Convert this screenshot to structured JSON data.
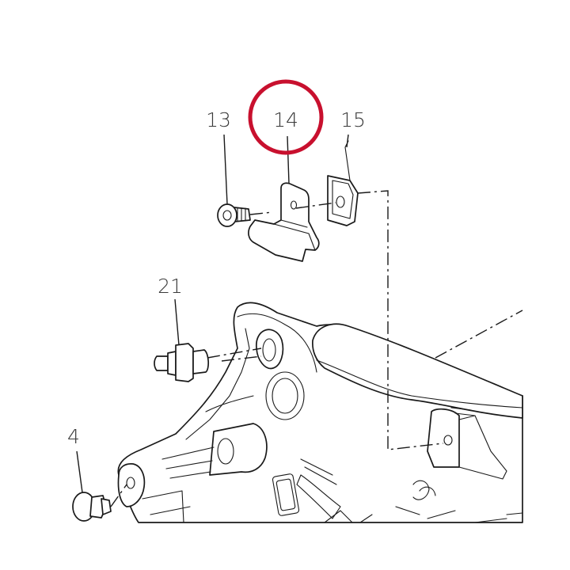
{
  "callouts": {
    "part_13": "13",
    "part_14": "14",
    "part_15": "15",
    "part_21": "21",
    "part_4": "4"
  },
  "highlight": {
    "target": "14",
    "color": "#c8102e"
  }
}
